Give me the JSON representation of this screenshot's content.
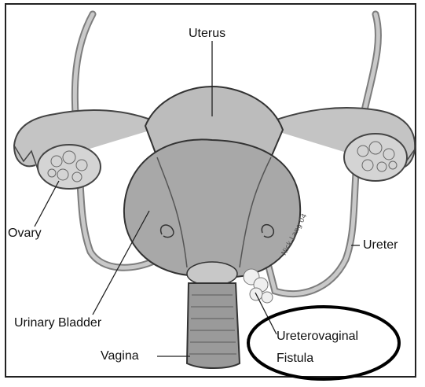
{
  "labels": {
    "uterus": "Uterus",
    "ovary": "Ovary",
    "ureter": "Ureter",
    "urinary_bladder": "Urinary Bladder",
    "vagina": "Vagina",
    "fistula_line1": "Ureterovaginal",
    "fistula_line2": "Fistula"
  },
  "signature": "Nick Lang 04",
  "colors": {
    "organ_fill": "#b8b8b8",
    "bladder_fill": "#a5a5a5",
    "outline": "#333333",
    "highlight_ring": "#000000"
  }
}
